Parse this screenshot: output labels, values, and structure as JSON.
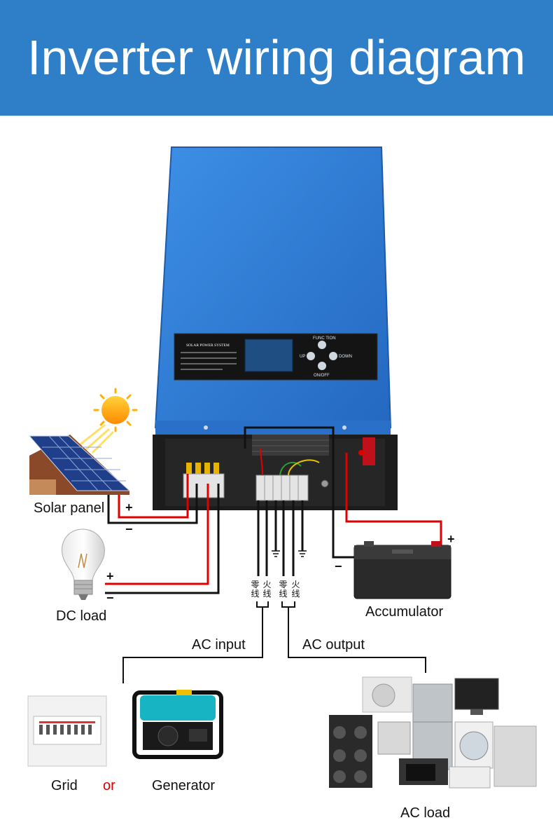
{
  "title": "Inverter wiring diagram",
  "panel": {
    "brand": "SOLAR POWER SYSTEM",
    "buttons": {
      "function": "FUNC TION",
      "up": "UP",
      "down": "DOWN",
      "onoff": "ON/OFF"
    }
  },
  "labels": {
    "solar_panel": "Solar panel",
    "dc_load": "DC load",
    "accumulator": "Accumulator",
    "ac_input": "AC input",
    "ac_output": "AC output",
    "grid": "Grid",
    "or": "or",
    "generator": "Generator",
    "ac_load": "AC load"
  },
  "polarity": {
    "solar_plus": "+",
    "solar_minus": "−",
    "dc_plus": "+",
    "dc_minus": "−",
    "acc_plus": "+",
    "acc_minus": "−"
  },
  "terminal_tags": {
    "input_neutral": [
      "零",
      "线"
    ],
    "input_live": [
      "火",
      "线"
    ],
    "output_neutral": [
      "零",
      "线"
    ],
    "output_live": [
      "火",
      "线"
    ]
  },
  "colors": {
    "banner": "#2f7fc8",
    "inverter_body": "#2c78d6",
    "positive_wire": "#e00000",
    "negative_wire": "#111111"
  }
}
